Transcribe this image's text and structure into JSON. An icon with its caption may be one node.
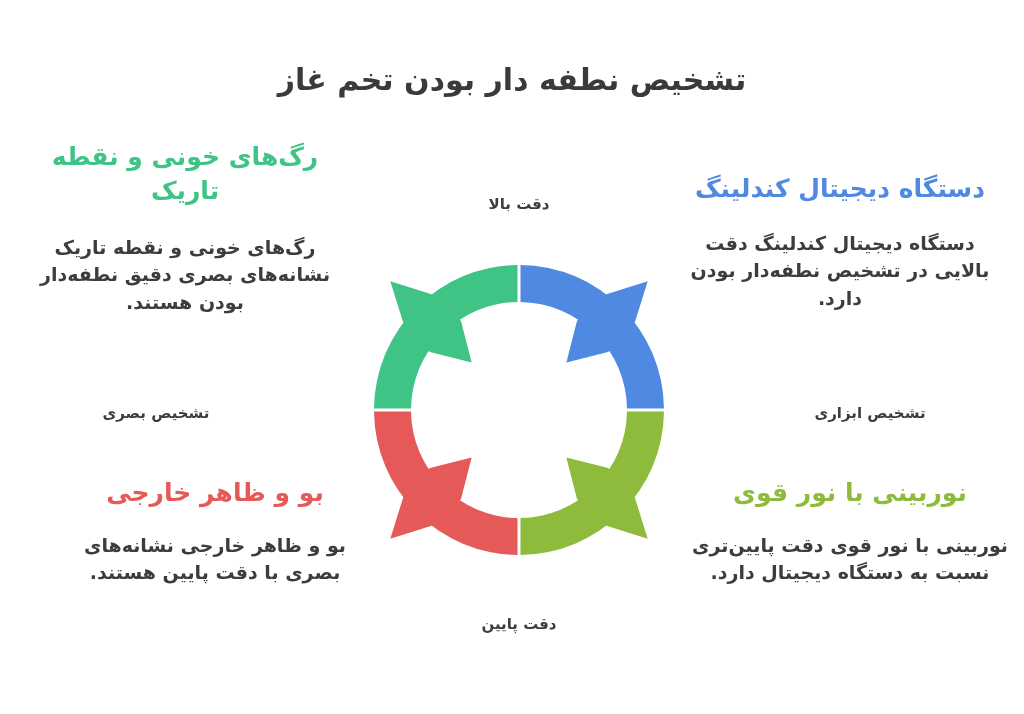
{
  "diagram": {
    "title": "تشخیص نطفه دار بودن تخم غاز",
    "nodes": [
      {
        "text": [
          "دستگاه دیجیتال کندلینگ",
          "دستگاه دیجیتال کندلینگ دقت بالایی در تشخیص نطفه‌دار بودن دارد."
        ]
      },
      {
        "text": [
          "رگ‌های خونی و نقطه تاریک",
          "رگ‌های خونی و نقطه تاریک نشانه‌های بصری دقیق نطفه‌دار بودن هستند."
        ]
      },
      {
        "text": [
          "نوربینی با نور قوی",
          "نوربینی با نور قوی دقت پایین‌تری نسبت به دستگاه دیجیتال دارد."
        ]
      },
      {
        "text": [
          "بو و ظاهر خارجی",
          "بو و ظاهر خارجی نشانه‌های بصری با دقت پایین هستند."
        ]
      }
    ],
    "labels": [
      "دقت بالا",
      "تشخیص ابزاری",
      "تشخیص بصری",
      "دقت پایین"
    ]
  }
}
